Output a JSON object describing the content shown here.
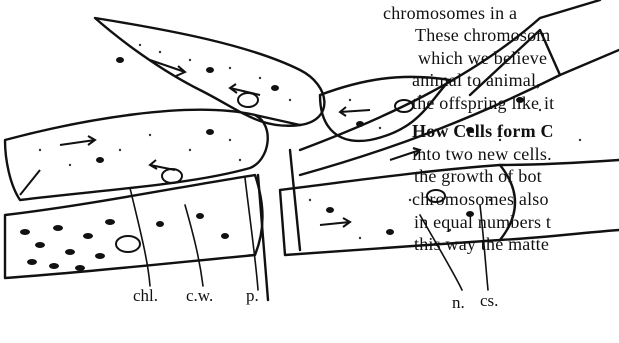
{
  "text_lines": [
    "chromosomes in a",
    "These chromosom",
    "which we believe",
    "animal to animal,",
    "the offspring like it",
    "How Cells form C",
    "into two new cells.",
    "the growth of bot",
    "chromosomes also",
    "in equal numbers t",
    "this way the matte"
  ],
  "figure_labels": {
    "chl": "chl.",
    "cw": "c.w.",
    "p": "p.",
    "n": "n.",
    "cs": "cs."
  }
}
